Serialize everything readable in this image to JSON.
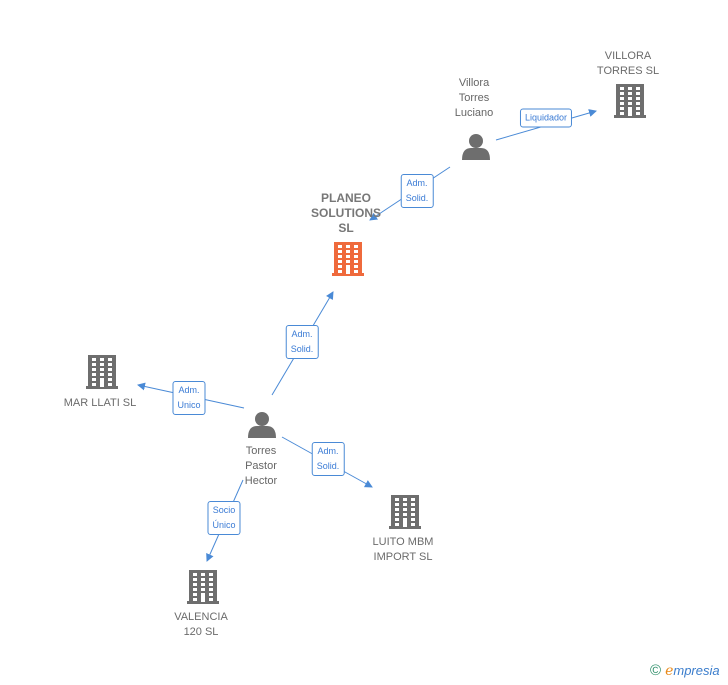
{
  "nodes": {
    "villora_torres_sl": {
      "label": "VILLORA\nTORRES SL",
      "type": "company"
    },
    "villora_torres_luciano": {
      "label": "Villora\nTorres\nLuciano",
      "type": "person"
    },
    "planeo_solutions_sl": {
      "label": "PLANEO\nSOLUTIONS\nSL",
      "type": "company-focal"
    },
    "mar_llati_sl": {
      "label": "MAR LLATI SL",
      "type": "company"
    },
    "torres_pastor_hector": {
      "label": "Torres\nPastor\nHector",
      "type": "person"
    },
    "luito_mbm_import_sl": {
      "label": "LUITO MBM\nIMPORT  SL",
      "type": "company"
    },
    "valencia_120_sl": {
      "label": "VALENCIA\n120  SL",
      "type": "company"
    }
  },
  "edges": [
    {
      "label": "Liquidador",
      "from": "villora_torres_luciano",
      "to": "villora_torres_sl"
    },
    {
      "label": "Adm.\nSolid.",
      "from": "villora_torres_luciano",
      "to": "planeo_solutions_sl"
    },
    {
      "label": "Adm.\nSolid.",
      "from": "torres_pastor_hector",
      "to": "planeo_solutions_sl"
    },
    {
      "label": "Adm.\nUnico",
      "from": "torres_pastor_hector",
      "to": "mar_llati_sl"
    },
    {
      "label": "Adm.\nSolid.",
      "from": "torres_pastor_hector",
      "to": "luito_mbm_import_sl"
    },
    {
      "label": "Socio\nÚnico",
      "from": "torres_pastor_hector",
      "to": "valencia_120_sl"
    }
  ],
  "colors": {
    "edge": "#4a8ad6",
    "company": "#6e6e6e",
    "focal": "#ef6a3c",
    "person": "#6e6e6e"
  },
  "brand": {
    "copyright": "©",
    "name_initial": "e",
    "name_rest": "mpresia"
  }
}
